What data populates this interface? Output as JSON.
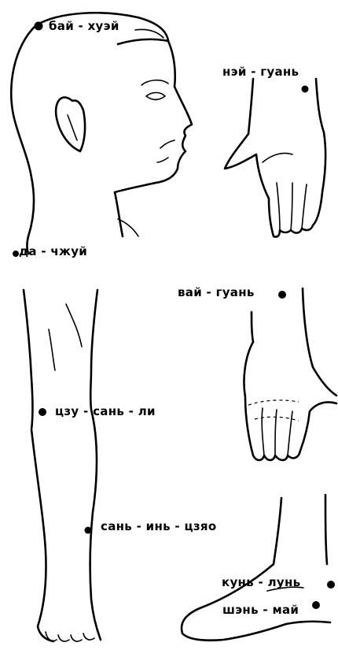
{
  "figures": {
    "head": {
      "point": "бай - хуэй"
    },
    "inner_wrist": {
      "point": "нэй - гуань"
    },
    "neck": {
      "point": "да - чжуй"
    },
    "outer_wrist": {
      "point": "вай - гуань"
    },
    "knee": {
      "point": "цзу - сань - ли"
    },
    "shin": {
      "point": "сань - инь - цзяо"
    },
    "ankle_back": {
      "point": "кунь - лунь"
    },
    "ankle_side": {
      "point": "шэнь - май"
    }
  },
  "colors": {
    "ink": "#000000",
    "paper": "#ffffff"
  }
}
